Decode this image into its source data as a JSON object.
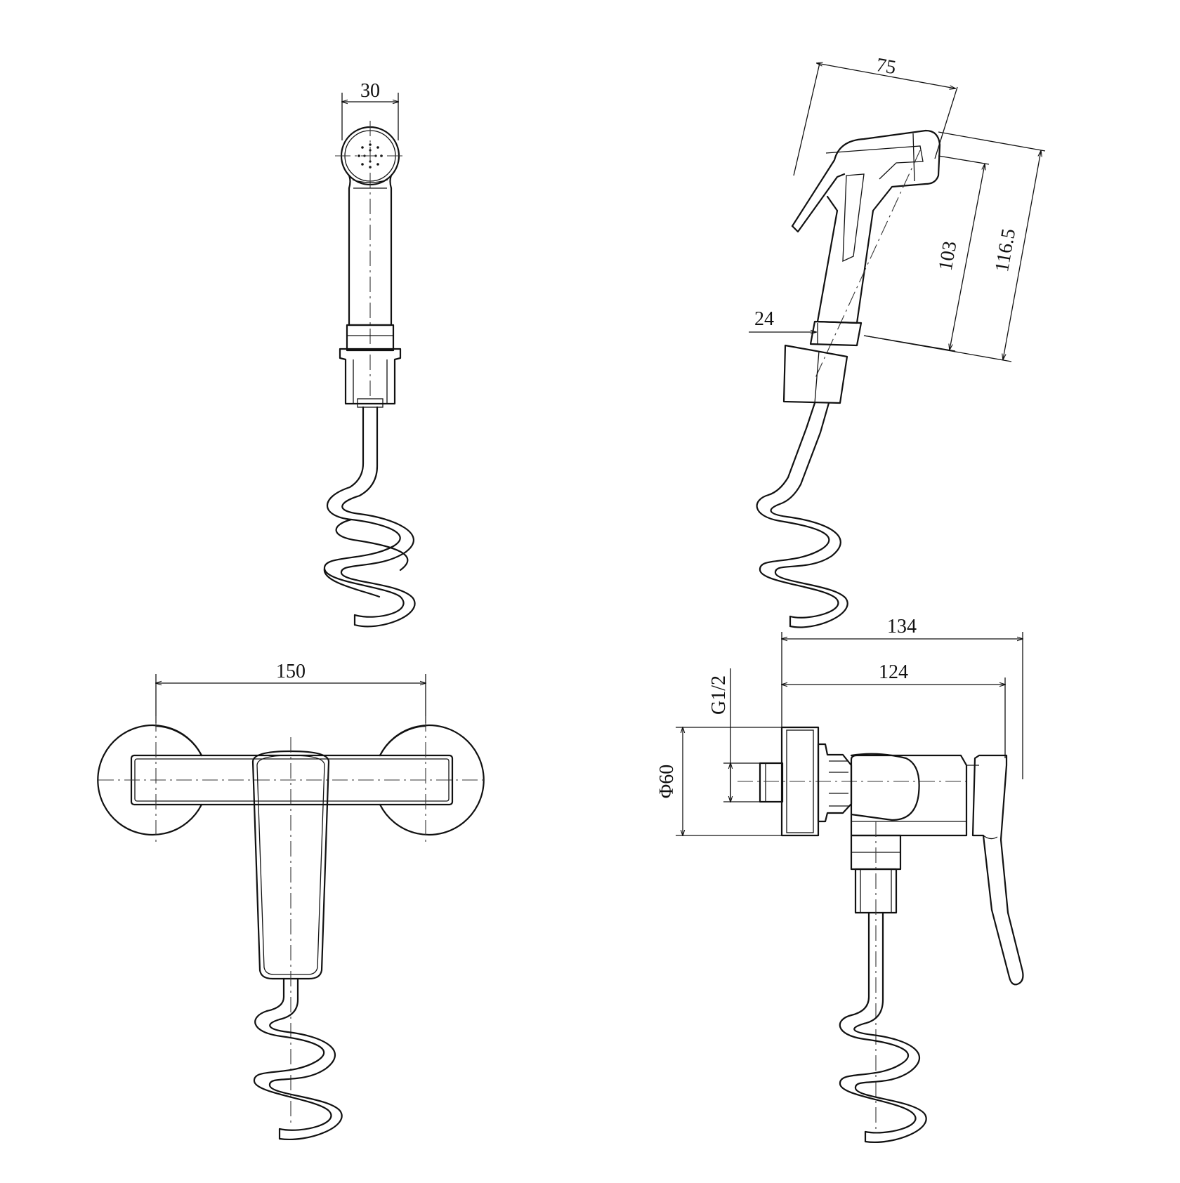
{
  "drawing": {
    "views": [
      {
        "name": "handheld-sprayer-front-view",
        "dimensions": [
          {
            "key": "width",
            "value": "30"
          }
        ]
      },
      {
        "name": "handheld-sprayer-side-view",
        "dimensions": [
          {
            "key": "length",
            "value": "75"
          },
          {
            "key": "height-inner",
            "value": "103"
          },
          {
            "key": "height-outer",
            "value": "116.5"
          },
          {
            "key": "hose-connector",
            "value": "24"
          }
        ]
      },
      {
        "name": "mixer-valve-front-view",
        "dimensions": [
          {
            "key": "centres",
            "value": "150"
          }
        ]
      },
      {
        "name": "mixer-valve-side-view",
        "dimensions": [
          {
            "key": "overall-depth",
            "value": "134"
          },
          {
            "key": "body-depth",
            "value": "124"
          },
          {
            "key": "thread",
            "value": "G1/2"
          },
          {
            "key": "flange-diameter",
            "value": "Φ60"
          }
        ]
      }
    ]
  },
  "labels": {
    "dim_30": "30",
    "dim_75": "75",
    "dim_103": "103",
    "dim_116_5": "116.5",
    "dim_24": "24",
    "dim_150": "150",
    "dim_134": "134",
    "dim_124": "124",
    "dim_g12": "G1/2",
    "dim_phi60": "Φ60"
  }
}
